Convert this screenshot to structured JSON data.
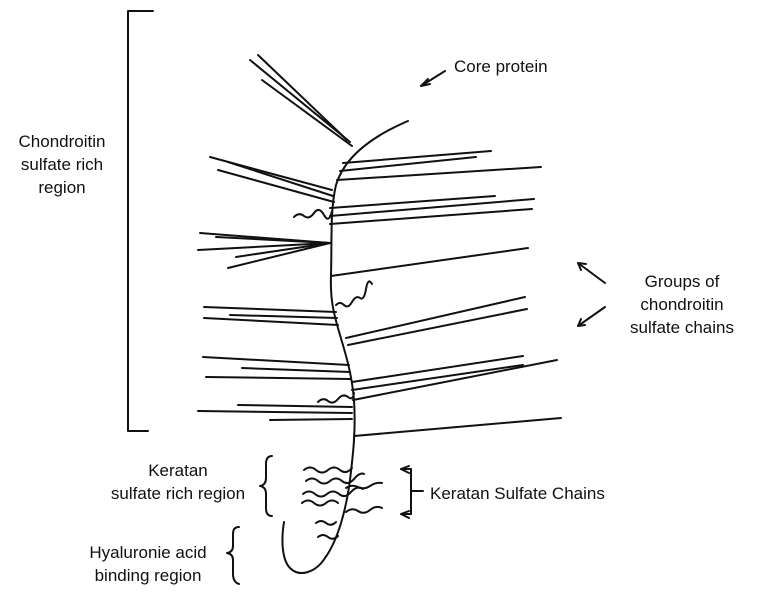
{
  "labels": {
    "core_protein": "Core protein",
    "chondroitin_region": [
      "Chondroitin",
      "sulfate rich",
      "region"
    ],
    "groups_chains": [
      "Groups of",
      "chondroitin",
      "sulfate chains"
    ],
    "keratan_region": [
      "Keratan",
      "sulfate rich region"
    ],
    "keratan_chains": "Keratan Sulfate Chains",
    "hyaluronic_region": [
      "Hyaluronie acid",
      "binding region"
    ]
  }
}
